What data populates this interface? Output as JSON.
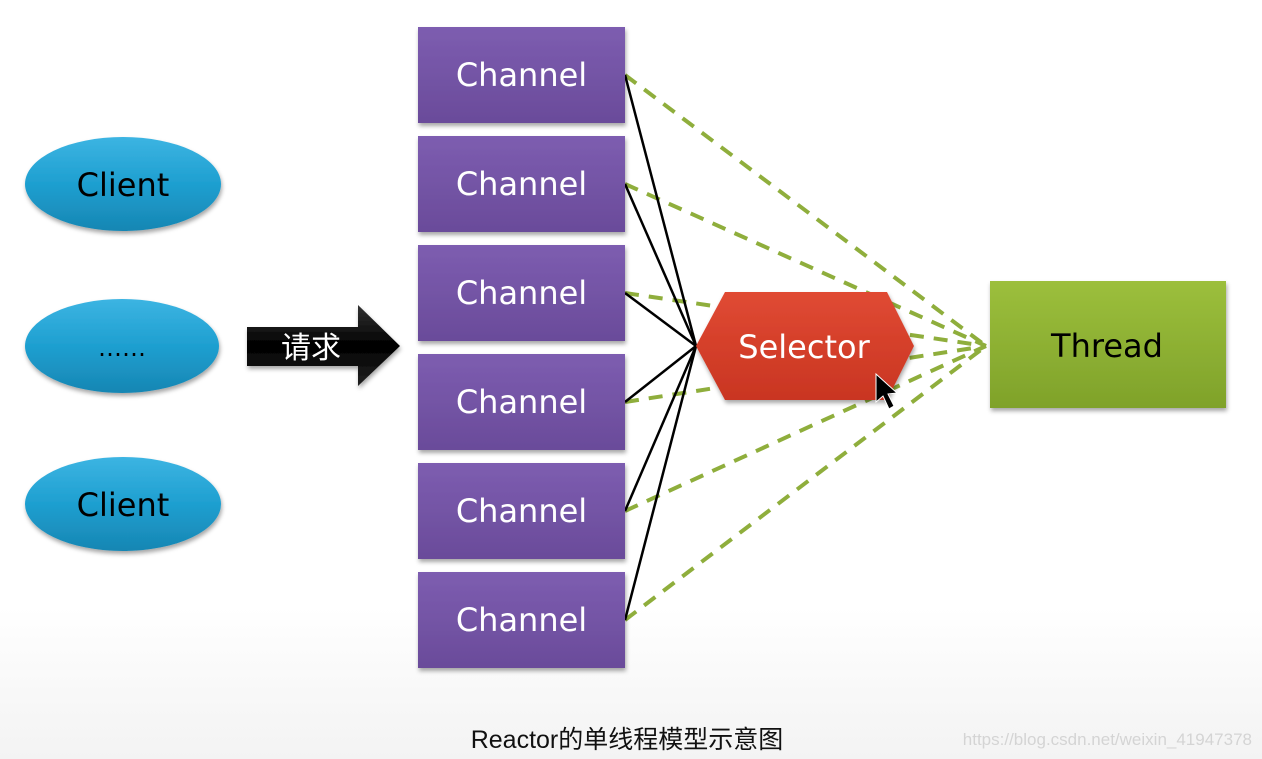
{
  "diagram": {
    "clients": [
      {
        "label": "Client"
      },
      {
        "label": "……"
      },
      {
        "label": "Client"
      }
    ],
    "request_arrow": {
      "label": "请求"
    },
    "channels": [
      {
        "label": "Channel"
      },
      {
        "label": "Channel"
      },
      {
        "label": "Channel"
      },
      {
        "label": "Channel"
      },
      {
        "label": "Channel"
      },
      {
        "label": "Channel"
      }
    ],
    "selector": {
      "label": "Selector"
    },
    "thread": {
      "label": "Thread"
    },
    "edges": {
      "channel_to_selector": "solid",
      "channel_to_thread": "dashed"
    },
    "colors": {
      "client": "#1e9fd0",
      "channel": "#7050a0",
      "selector": "#d83f2a",
      "thread": "#8cb030",
      "arrow": "#111111",
      "solid_edge": "#000000",
      "dashed_edge": "#8fae3c"
    }
  },
  "caption": "Reactor的单线程模型示意图",
  "watermark": "https://blog.csdn.net/weixin_41947378"
}
